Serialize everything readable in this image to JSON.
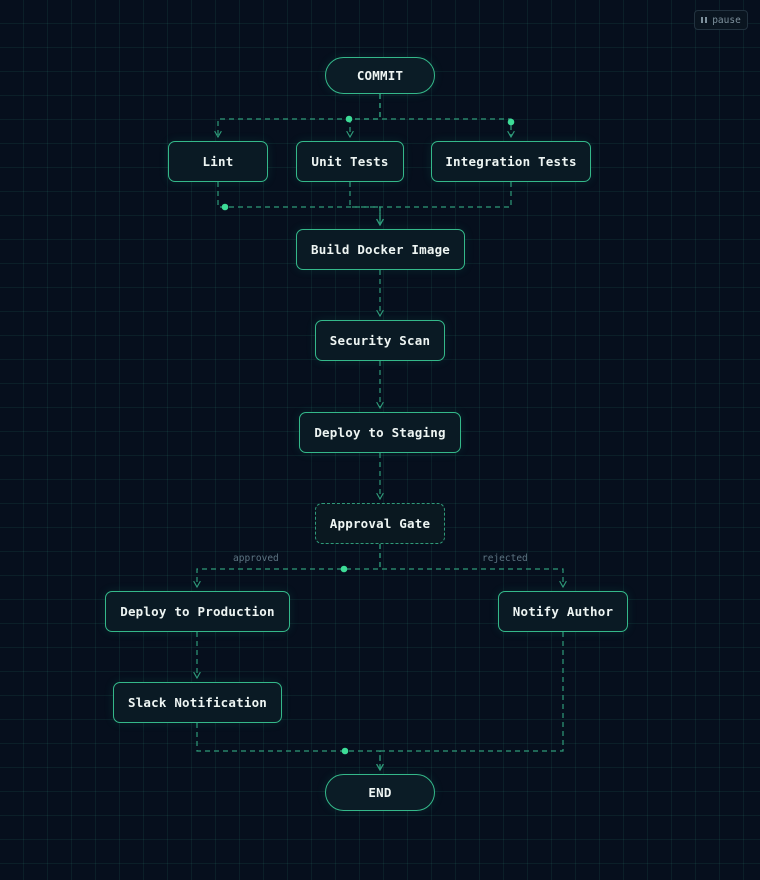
{
  "controls": {
    "pause_label": "pause",
    "pause_icon": "pause-icon"
  },
  "colors": {
    "background": "#060f1d",
    "grid": "#1f4a48",
    "accent": "#34b88a",
    "edge": "#2f9b7a",
    "dot": "#3ddc97",
    "text": "#eef5f3",
    "muted_label": "#5d7482"
  },
  "diagram": {
    "nodes": {
      "commit": "COMMIT",
      "lint": "Lint",
      "unit_tests": "Unit Tests",
      "integration_tests": "Integration Tests",
      "build_docker_image": "Build Docker Image",
      "security_scan": "Security Scan",
      "deploy_staging": "Deploy to Staging",
      "approval_gate": "Approval Gate",
      "deploy_production": "Deploy to Production",
      "notify_author": "Notify Author",
      "slack_notification": "Slack Notification",
      "end": "END"
    },
    "edge_labels": {
      "approved": "approved",
      "rejected": "rejected"
    },
    "edges": [
      {
        "from": "COMMIT",
        "to": "Lint"
      },
      {
        "from": "COMMIT",
        "to": "Unit Tests"
      },
      {
        "from": "COMMIT",
        "to": "Integration Tests"
      },
      {
        "from": "Lint",
        "to": "Build Docker Image"
      },
      {
        "from": "Unit Tests",
        "to": "Build Docker Image"
      },
      {
        "from": "Integration Tests",
        "to": "Build Docker Image"
      },
      {
        "from": "Build Docker Image",
        "to": "Security Scan"
      },
      {
        "from": "Security Scan",
        "to": "Deploy to Staging"
      },
      {
        "from": "Deploy to Staging",
        "to": "Approval Gate"
      },
      {
        "from": "Approval Gate",
        "to": "Deploy to Production",
        "label": "approved"
      },
      {
        "from": "Approval Gate",
        "to": "Notify Author",
        "label": "rejected"
      },
      {
        "from": "Deploy to Production",
        "to": "Slack Notification"
      },
      {
        "from": "Slack Notification",
        "to": "END"
      },
      {
        "from": "Notify Author",
        "to": "END"
      }
    ]
  }
}
